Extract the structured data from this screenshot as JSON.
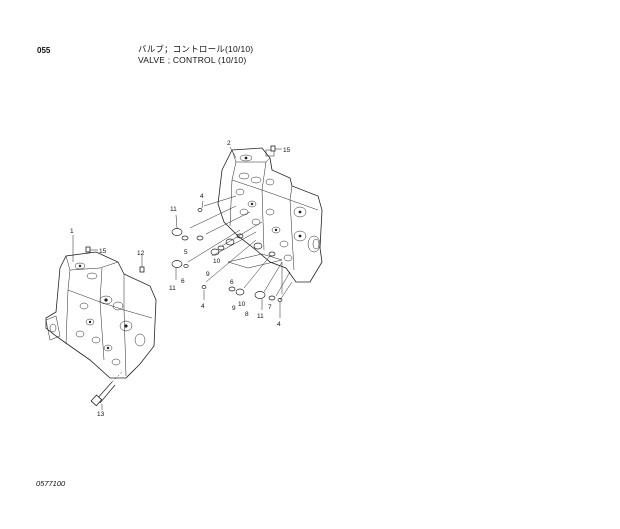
{
  "header": {
    "page_number": "055",
    "title_jp": "バルブ；コントロール(10/10)",
    "title_en": "VALVE ; CONTROL (10/10)"
  },
  "footer": {
    "drawing_code": "0577100"
  },
  "callouts": {
    "c1": "1",
    "c2": "2",
    "c15a": "15",
    "c15b": "15",
    "c12": "12",
    "c13": "13",
    "c4a": "4",
    "c4b": "4",
    "c4c": "4",
    "c11a": "11",
    "c11b": "11",
    "c11c": "11",
    "c5": "5",
    "c6a": "6",
    "c6b": "6",
    "c9a": "9",
    "c9b": "9",
    "c10a": "10",
    "c10b": "10",
    "c8": "8",
    "c7": "7"
  }
}
